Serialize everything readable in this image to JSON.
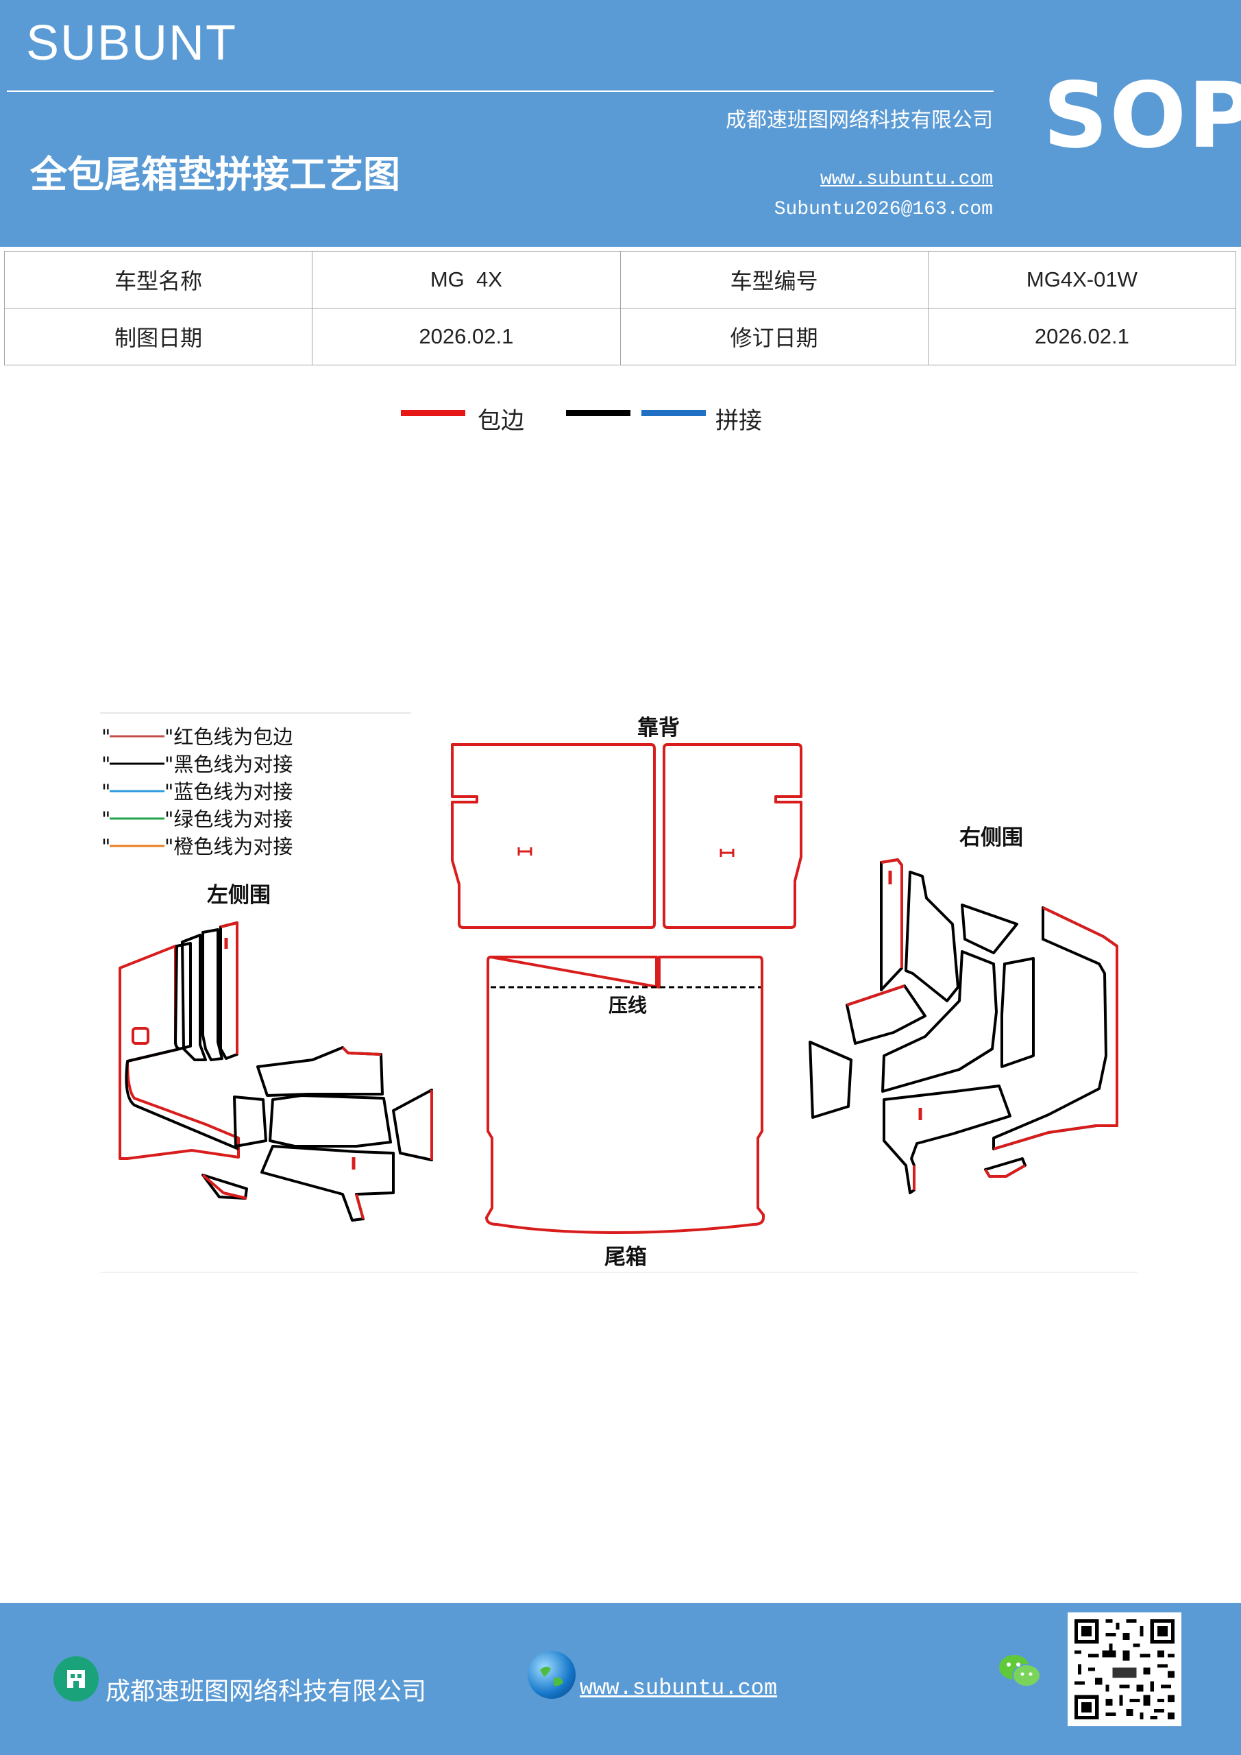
{
  "header": {
    "brand": "SUBUNT",
    "title": "全包尾箱垫拼接工艺图",
    "company": "成都速班图网络科技有限公司",
    "website": "www.subuntu.com",
    "email": "Subuntu2026@163.com",
    "badge": "SOP"
  },
  "info_table": {
    "model_name_label": "车型名称",
    "model_name_value": "MG  4X",
    "model_code_label": "车型编号",
    "model_code_value": "MG4X-01W",
    "draw_date_label": "制图日期",
    "draw_date_value": "2026.02.1",
    "revise_date_label": "修订日期",
    "revise_date_value": "2026.02.1"
  },
  "legend": {
    "wrap_label": "包边",
    "join_label": "拼接",
    "colors": {
      "red": "#e81717",
      "black": "#000000",
      "blue": "#1f6fc5"
    }
  },
  "diagram": {
    "key": [
      {
        "text": "\"红色线为包边",
        "color": "#c0504d"
      },
      {
        "text": "\"黑色线为对接",
        "color": "#000000"
      },
      {
        "text": "\"蓝色线为对接",
        "color": "#2e9be0"
      },
      {
        "text": "\"绿色线为对接",
        "color": "#22a34a"
      },
      {
        "text": "\"橙色线为对接",
        "color": "#e67e22"
      }
    ],
    "labels": {
      "seatback": "靠背",
      "right_side": "右侧围",
      "left_side": "左侧围",
      "crease": "压线",
      "trunk": "尾箱"
    }
  },
  "footer": {
    "company": "成都速班图网络科技有限公司",
    "website": "www.subuntu.com"
  }
}
